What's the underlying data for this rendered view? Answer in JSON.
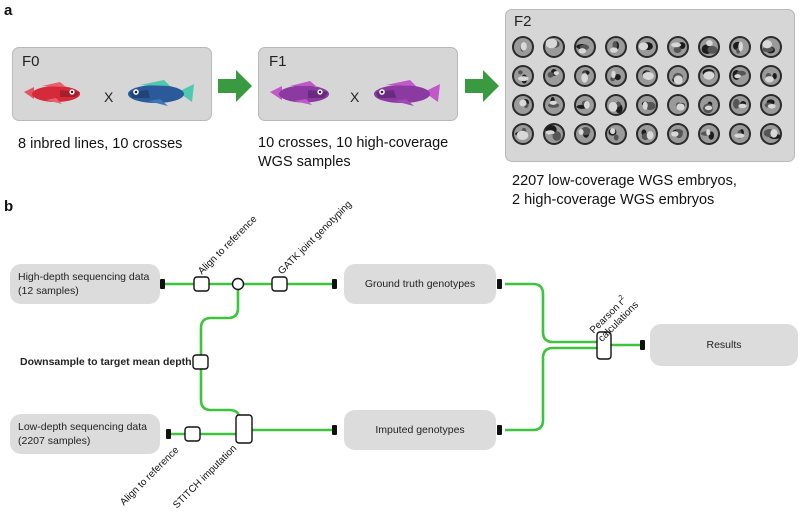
{
  "panel_a": {
    "letter": "a",
    "f0": {
      "label": "F0",
      "cross_symbol": "X",
      "caption": "8 inbred lines, 10 crosses"
    },
    "f1": {
      "label": "F1",
      "cross_symbol": "X",
      "caption_line1": "10 crosses, 10 high-coverage",
      "caption_line2": "WGS samples"
    },
    "f2": {
      "label": "F2",
      "caption_line1": "2207 low-coverage WGS embryos,",
      "caption_line2": "2 high-coverage WGS embryos"
    },
    "arrow_color": "#3a9a3f",
    "fish_colors": {
      "f0_left": "#d42a3a",
      "f0_right": "#2a5a9a",
      "f0_right_accent": "#4fc8b0",
      "f1": "#8a3aa0",
      "f1_accent": "#c058c8"
    }
  },
  "panel_b": {
    "letter": "b",
    "line_color": "#3cc43c",
    "inputs": {
      "high_depth_line1": "High-depth sequencing data",
      "high_depth_line2": "(12 samples)",
      "low_depth_line1": "Low-depth sequencing data",
      "low_depth_line2": "(2207 samples)"
    },
    "outputs": {
      "ground_truth": "Ground truth genotypes",
      "imputed": "Imputed genotypes",
      "results": "Results"
    },
    "steps": {
      "align_top": "Align to reference",
      "gatk": "GATK joint genotyping",
      "downsample": "Downsample to target mean depth",
      "pearson_prefix": "Pearson r",
      "pearson_sup": "2",
      "pearson_suffix": "calculations",
      "align_bottom": "Align to reference",
      "stitch": "STITCH imputation"
    }
  }
}
